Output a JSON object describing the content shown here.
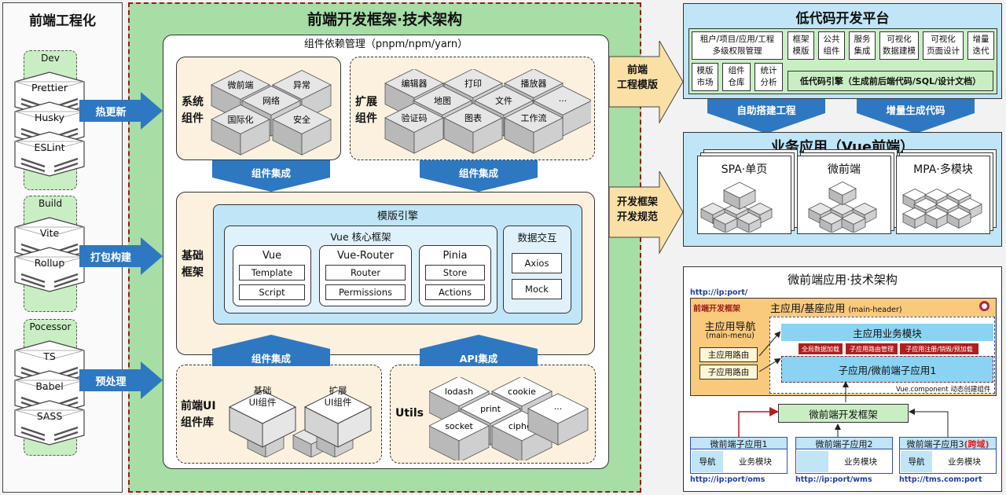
{
  "left": {
    "title": "前端工程化",
    "groups": [
      {
        "name": "Dev",
        "items": [
          "Prettier",
          "Husky",
          "ESLint"
        ],
        "arrow": "热更新"
      },
      {
        "name": "Build",
        "items": [
          "Vite",
          "Rollup"
        ],
        "arrow": "打包构建"
      },
      {
        "name": "Pocessor",
        "items": [
          "TS",
          "Babel",
          "SASS"
        ],
        "arrow": "预处理"
      }
    ]
  },
  "mid": {
    "title": "前端开发框架·技术架构",
    "dep_title": "组件依赖管理（pnpm/npm/yarn）",
    "sys": {
      "label": "系统\n组件",
      "tiles": [
        "微前端",
        "异常",
        "网络",
        "国际化",
        "安全"
      ]
    },
    "ext": {
      "label": "扩展\n组件",
      "tiles": [
        "编辑器",
        "打印",
        "播放器",
        "地图",
        "文件",
        "···",
        "验证码",
        "图表",
        "工作流"
      ]
    },
    "integ1": "组件集成",
    "integ2": "组件集成",
    "integ3": "组件集成",
    "api": "API集成",
    "base": {
      "label": "基础\n框架",
      "engine": "模版引擎",
      "core": "Vue 核心框架",
      "cols": [
        {
          "name": "Vue",
          "items": [
            "Template",
            "Script"
          ]
        },
        {
          "name": "Vue-Router",
          "items": [
            "Router",
            "Permissions"
          ]
        },
        {
          "name": "Pinia",
          "items": [
            "Store",
            "Actions"
          ]
        }
      ],
      "data": {
        "name": "数据交互",
        "items": [
          "Axios",
          "Mock"
        ]
      }
    },
    "ui": {
      "label": "前端UI\n组件库",
      "a": "基础\nUI组件",
      "b": "扩展\nUI组件"
    },
    "utils": {
      "label": "Utils",
      "items": [
        "lodash",
        "cookie",
        "print",
        "socket",
        "cipher",
        "···"
      ]
    }
  },
  "arrows_right": [
    {
      "text": "前端\n工程模版"
    },
    {
      "text": "开发框架\n开发规范"
    }
  ],
  "lowcode": {
    "title": "低代码开发平台",
    "cells": [
      "租户/项目/应用/工程\n多级权限管理",
      "框架\n模版",
      "公共\n组件",
      "服务\n集成",
      "可视化\n数据建模",
      "可视化\n页面设计",
      "增量\n迭代",
      "模版\n市场",
      "组件\n仓库",
      "统计\n分析"
    ],
    "engine": "低代码引擎（生成前后端代码/SQL/设计文档）",
    "down1": "自助搭建工程",
    "down2": "增量生成代码"
  },
  "biz": {
    "title": "业务应用（Vue前端）",
    "cards": [
      "SPA·单页",
      "微前端",
      "MPA·多模块"
    ]
  },
  "micro": {
    "title": "微前端应用·技术架构",
    "url": "http://ip:port/",
    "framework_tag": "前端开发框架",
    "main_app": "主应用/基座应用",
    "main_header": "(main-header)",
    "nav": "主应用导航",
    "nav_sub": "(main-menu)",
    "route1": "主应用路由",
    "route2": "子应用路由",
    "main_biz": "主应用业务模块",
    "tags": [
      "全局数据加载",
      "子应用路由管理",
      "子应用注册/销毁/预加载"
    ],
    "sub_app": "子应用/微前端子应用1",
    "vuecomp": "Vue.component 动态创建组件",
    "mfw": "微前端开发框架",
    "apps": [
      {
        "name": "微前端子应用1",
        "nav": "导航",
        "biz": "业务模块",
        "url": "http://ip:port/oms"
      },
      {
        "name": "微前端子应用2",
        "nav": "",
        "biz": "业务模块",
        "url": "http://ip:port/wms"
      },
      {
        "name": "微前端子应用3",
        "cross": "(跨域)",
        "nav": "导航",
        "biz": "业务模块",
        "url": "http://tms.com:port"
      }
    ]
  },
  "colors": {
    "arrow_blue": "#2e78c2",
    "green": "#a6dea5",
    "lightblue": "#bfe5f6",
    "beige": "#fbf1de",
    "dark_red": "#9b1a1a",
    "orange": "#f9c97c"
  }
}
